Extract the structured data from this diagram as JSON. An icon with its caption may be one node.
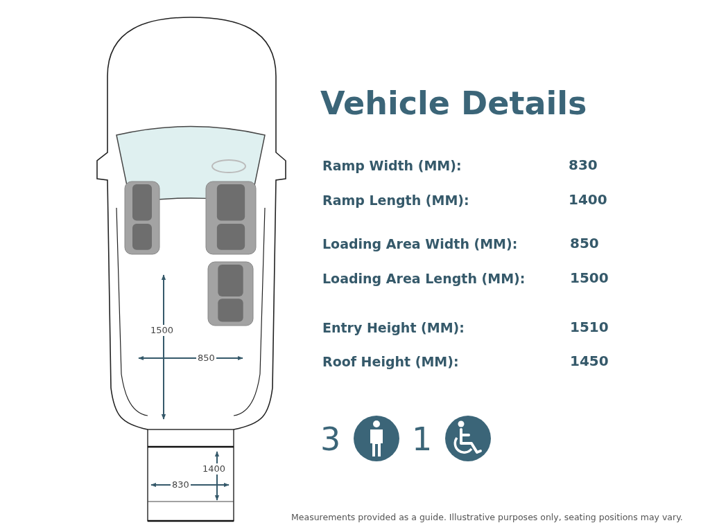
{
  "diagram": {
    "title": "Vehicle Details",
    "labels": [
      "Ramp Width (MM):",
      "830",
      "Ramp Length (MM):",
      "1400",
      "Loading Area Width (MM):",
      "850",
      "Loading Area Length (MM):",
      "1500",
      "Entry Height (MM):",
      "1510",
      "Roof Height (MM):",
      "1450",
      "3",
      "1",
      "1500",
      "850",
      "1400",
      "830",
      "Measurements provided as a guide. Illustrative purposes only, seating positions may vary."
    ]
  }
}
